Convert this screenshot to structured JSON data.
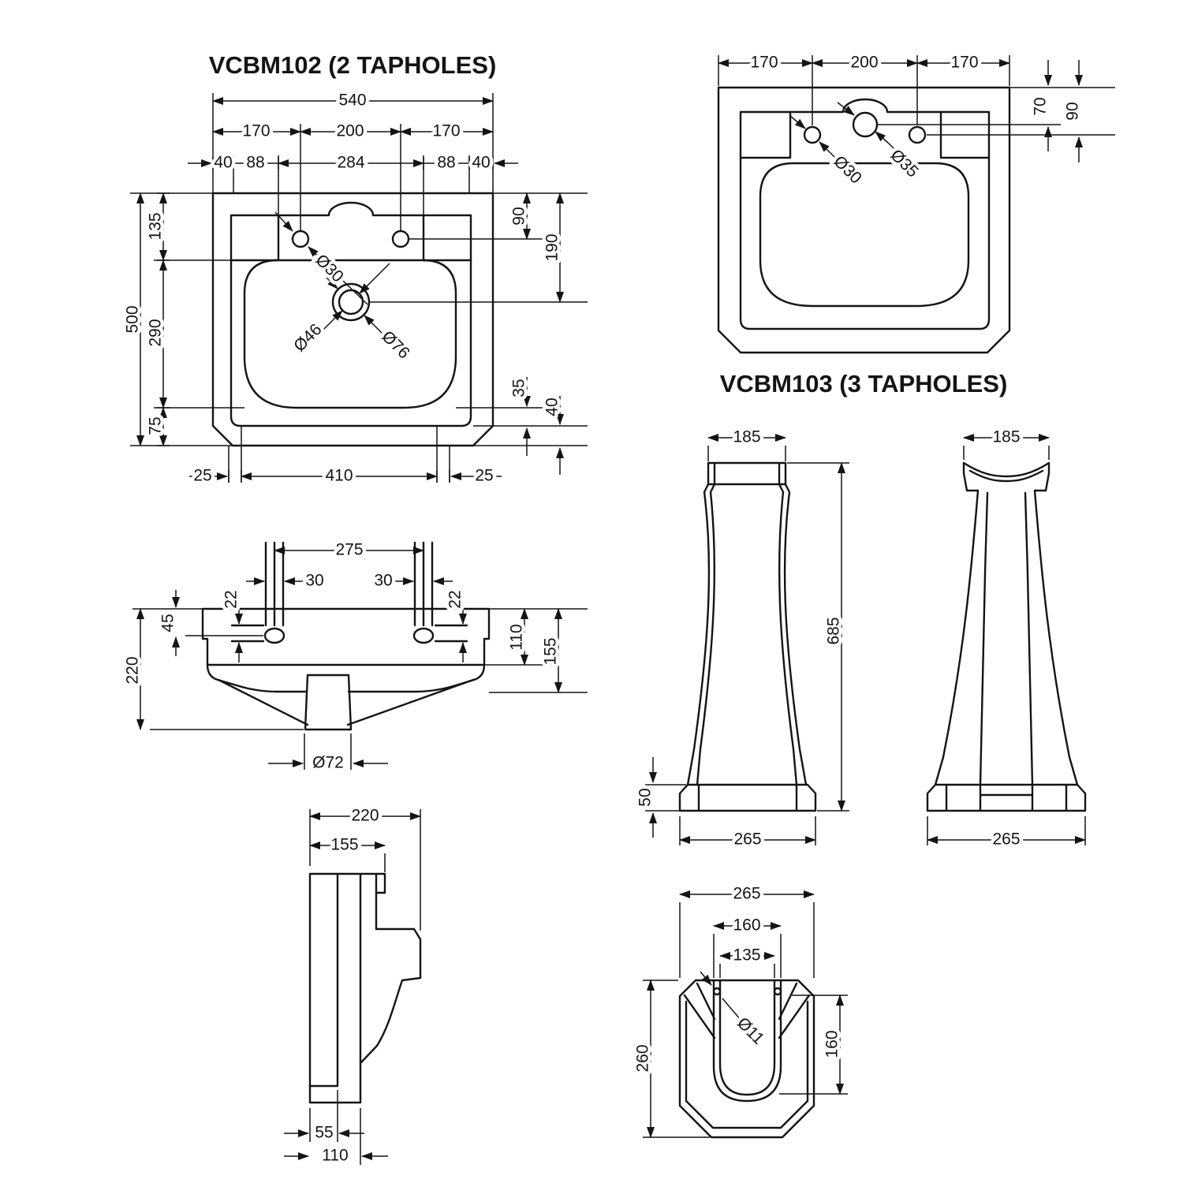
{
  "drawing": {
    "background": "#ffffff",
    "line_color": "#141414",
    "description": "basin-and-pedestal-dimension-drawing"
  },
  "v102": {
    "title": "VCBM102 (2 TAPHOLES)",
    "dims": {
      "w540": "540",
      "l170": "170",
      "c200": "200",
      "r170": "170",
      "e40l": "40",
      "s88l": "88",
      "m284": "284",
      "s88r": "88",
      "e40r": "40",
      "h500": "500",
      "b135": "135",
      "m290": "290",
      "f75": "75",
      "base25l": "25",
      "base410": "410",
      "base25r": "25",
      "r90": "90",
      "r190": "190",
      "r35": "35",
      "r40": "40",
      "dia30": "Ø30",
      "dia46": "Ø46",
      "dia76": "Ø76"
    }
  },
  "v103": {
    "title": "VCBM103 (3 TAPHOLES)",
    "dims": {
      "l170": "170",
      "c200": "200",
      "r170": "170",
      "r70": "70",
      "r90": "90",
      "dia30": "Ø30",
      "dia35": "Ø35"
    }
  },
  "front_view": {
    "dims": {
      "w275": "275",
      "s30l": "30",
      "s30r": "30",
      "v22l": "22",
      "v22r": "22",
      "v45": "45",
      "v220": "220",
      "v110": "110",
      "v155": "155",
      "dia72": "Ø72"
    }
  },
  "side_view": {
    "dims": {
      "w220": "220",
      "w155": "155",
      "b55": "55",
      "b110": "110"
    }
  },
  "pedestal_front": {
    "dims": {
      "t185": "185",
      "h685": "685",
      "b50": "50",
      "w265": "265"
    }
  },
  "pedestal_side": {
    "dims": {
      "t185": "185",
      "w265": "265"
    }
  },
  "pedestal_plan": {
    "dims": {
      "w265": "265",
      "u160": "160",
      "u135": "135",
      "dia11": "Ø11",
      "h260": "260",
      "r160": "160"
    }
  }
}
